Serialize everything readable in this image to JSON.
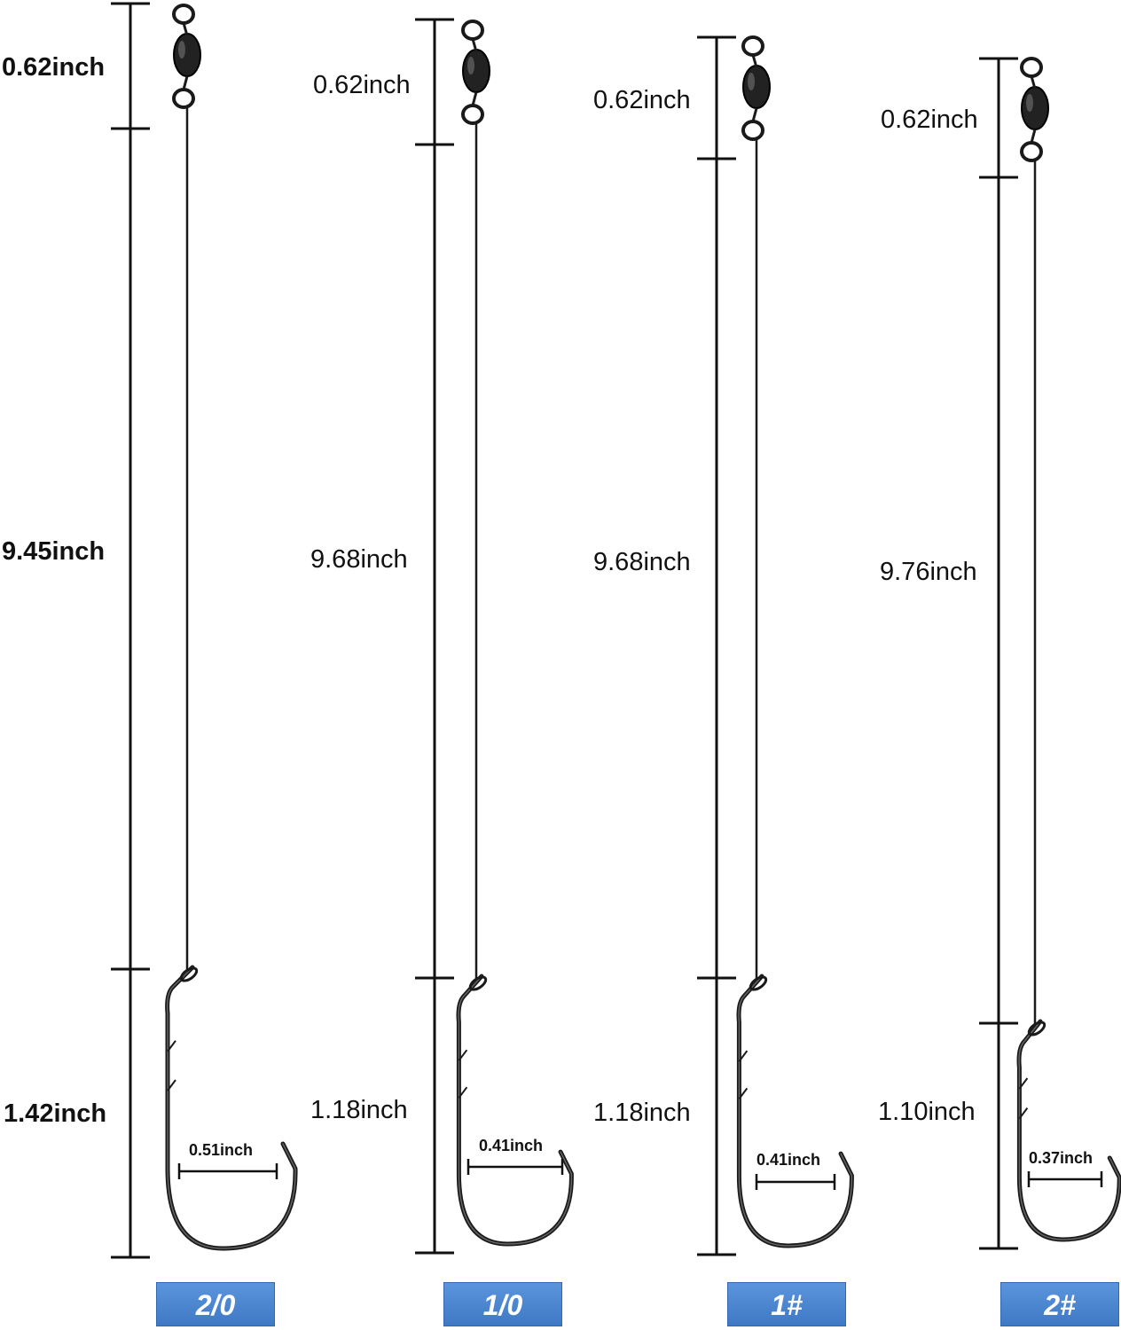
{
  "rigs": [
    {
      "size_label": "2/0",
      "swivel_length": "0.62inch",
      "leader_length": "9.45inch",
      "hook_length": "1.42inch",
      "hook_gap": "0.51inch"
    },
    {
      "size_label": "1/0",
      "swivel_length": "0.62inch",
      "leader_length": "9.68inch",
      "hook_length": "1.18inch",
      "hook_gap": "0.41inch"
    },
    {
      "size_label": "1#",
      "swivel_length": "0.62inch",
      "leader_length": "9.68inch",
      "hook_length": "1.18inch",
      "hook_gap": "0.41inch"
    },
    {
      "size_label": "2#",
      "swivel_length": "0.62inch",
      "leader_length": "9.76inch",
      "hook_length": "1.10inch",
      "hook_gap": "0.37inch"
    }
  ],
  "colors": {
    "badge_blue": "#4a86d2",
    "line": "#111111",
    "hook": "#1a1a1a"
  }
}
